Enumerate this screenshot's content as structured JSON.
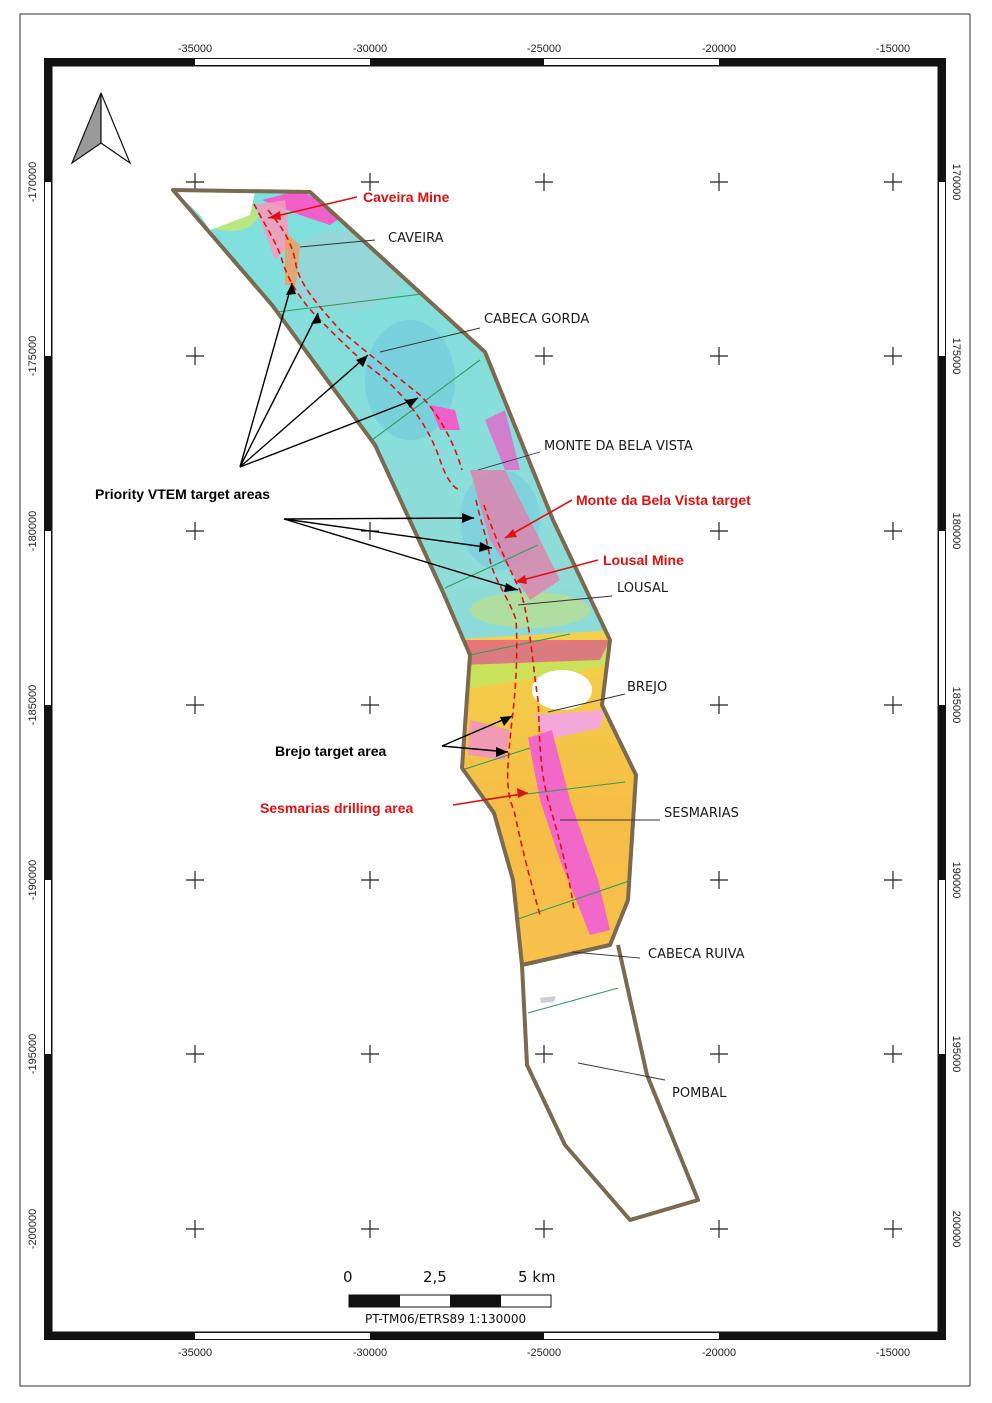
{
  "map": {
    "x_ticks": [
      "-35000",
      "-30000",
      "-25000",
      "-20000",
      "-15000"
    ],
    "y_ticks": [
      "-170000",
      "-175000",
      "-180000",
      "-185000",
      "-190000",
      "-195000",
      "-200000"
    ],
    "y_ticks_right": [
      "170000",
      "175000",
      "180000",
      "185000",
      "190000",
      "195000",
      "200000"
    ],
    "place_labels": {
      "caveira": "CAVEIRA",
      "cabeca_gorda": "CABECA GORDA",
      "monte_bela_vista": "MONTE DA BELA VISTA",
      "lousal": "LOUSAL",
      "brejo": "BREJO",
      "sesmarias": "SESMARIAS",
      "cabeca_ruiva": "CABECA RUIVA",
      "pombal": "POMBAL"
    },
    "annotations": {
      "caveira_mine": "Caveira Mine",
      "monte_target": "Monte da Bela Vista target",
      "lousal_mine": "Lousal Mine",
      "priority_vtem": "Priority VTEM target areas",
      "brejo_target": "Brejo target area",
      "sesmarias_drilling": "Sesmarias drilling area"
    },
    "scale_bar": {
      "labels": [
        "0",
        "2,5",
        "5 km"
      ],
      "projection": "PT-TM06/ETRS89 1:130000"
    },
    "colors": {
      "outline": "#7a6a4f",
      "annotation_red": "#e01010",
      "cyan_zone": "#7fdede",
      "orange_zone": "#f6c24a",
      "magenta_anomaly": "#f060c8"
    },
    "north_arrow_icon": "north-arrow-icon"
  }
}
